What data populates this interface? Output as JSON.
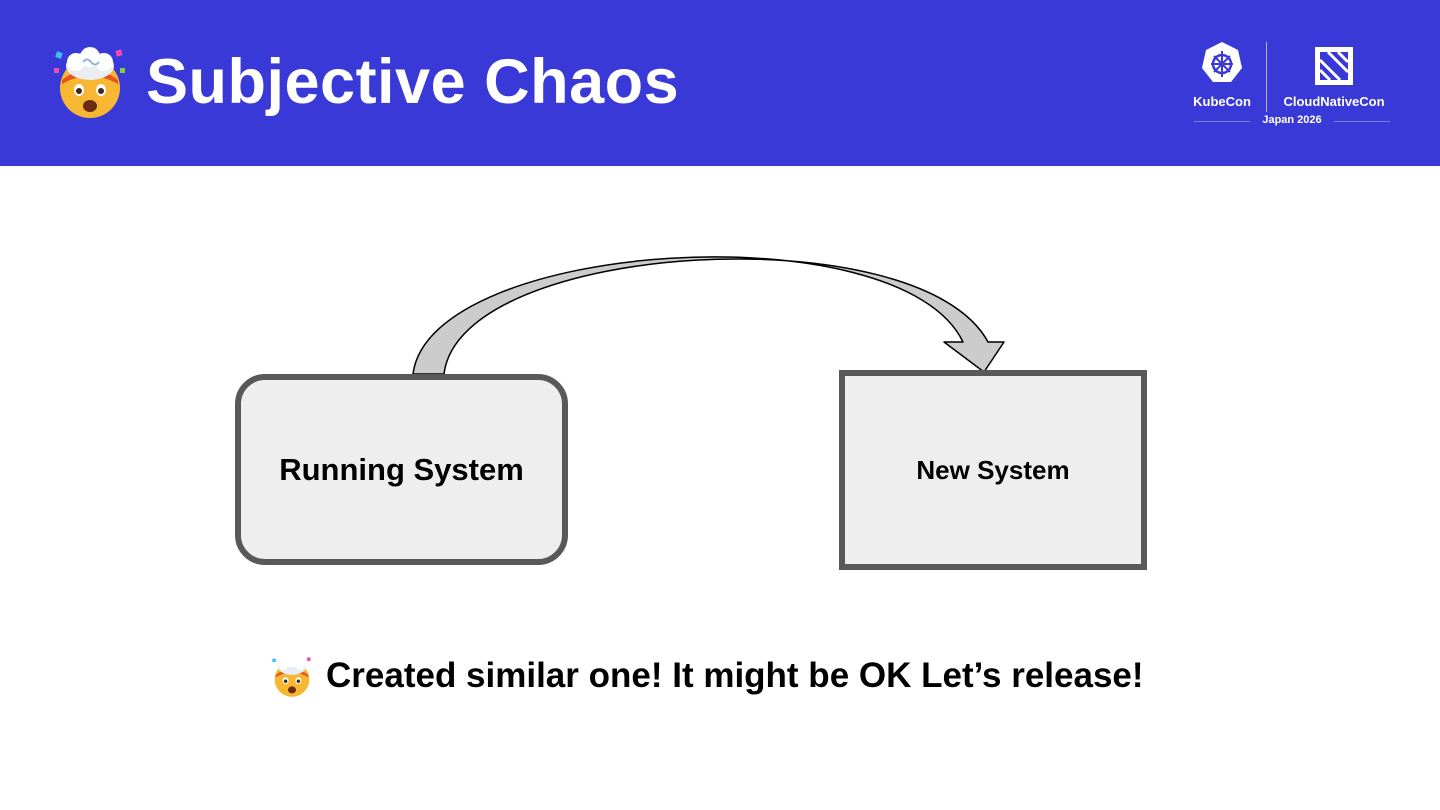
{
  "header": {
    "title": "Subjective Chaos",
    "title_icon": "exploding-head-icon",
    "background": "#3939d8"
  },
  "logo": {
    "kubecon": "KubeCon",
    "cloudnativecon": "CloudNativeCon",
    "event": "Japan 2026"
  },
  "diagram": {
    "source_box": "Running System",
    "target_box": "New System",
    "box_fill": "#eeeeee",
    "box_border": "#595959",
    "arrow_fill": "#cccccc"
  },
  "caption": {
    "icon": "exploding-head-icon",
    "text": "Created similar one! It might be OK Let’s release!"
  }
}
